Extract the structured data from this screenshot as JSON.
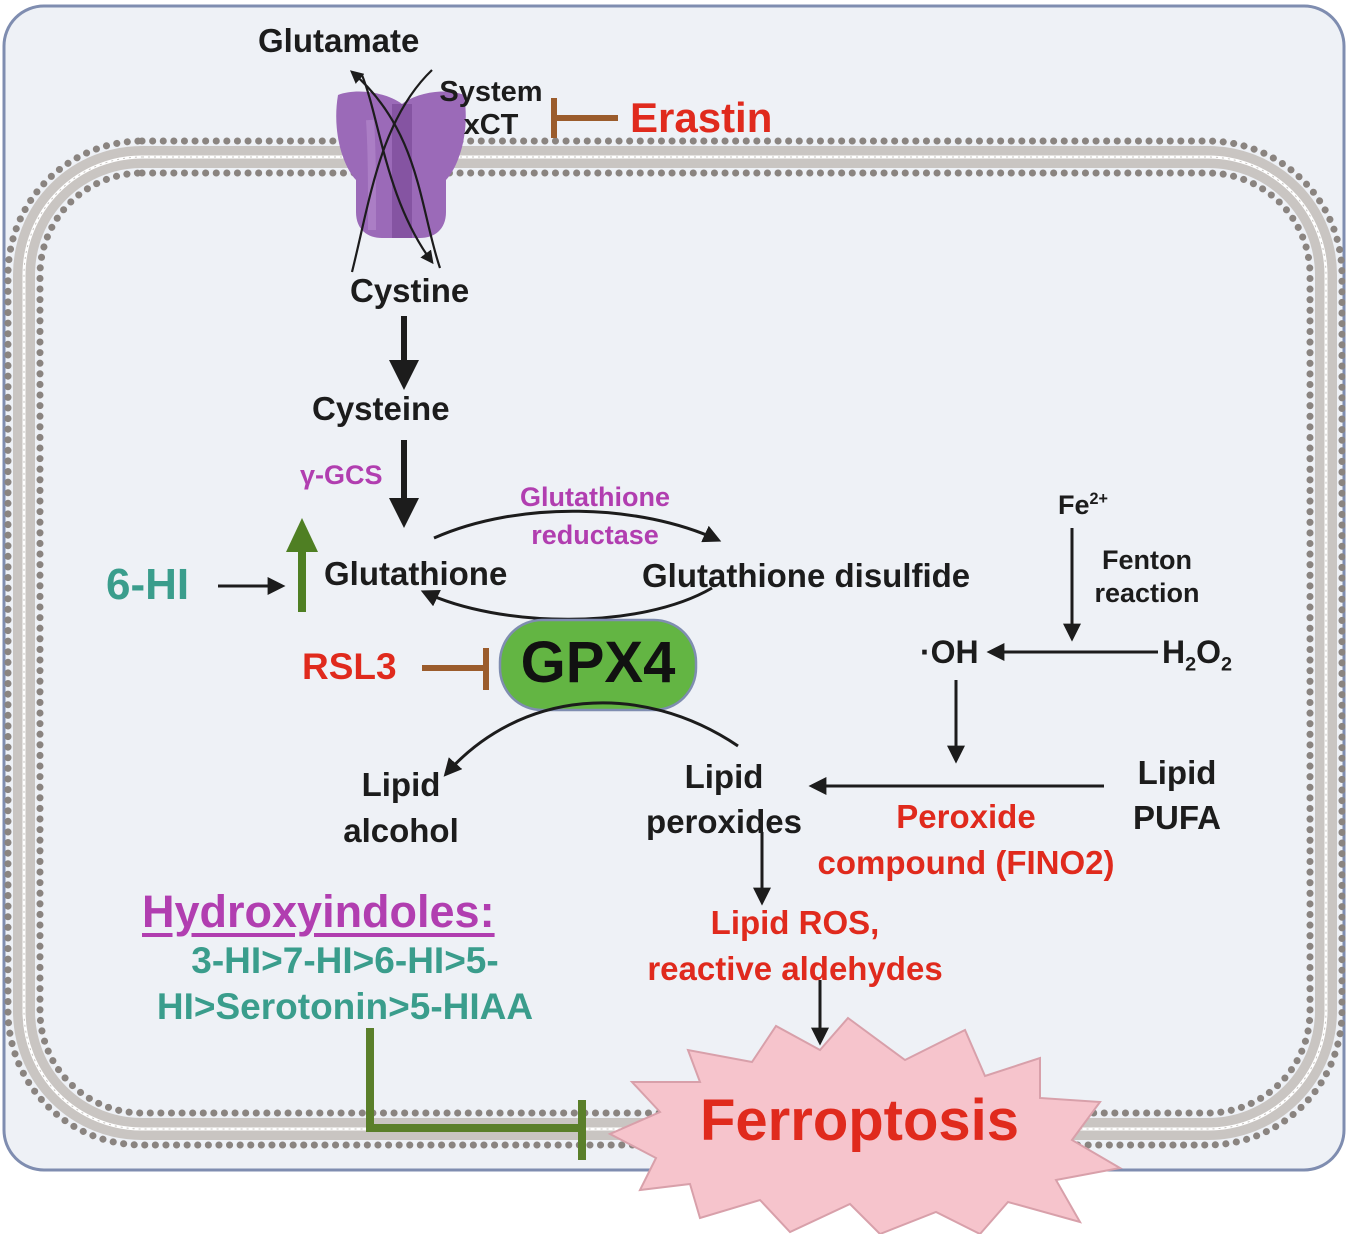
{
  "labels": {
    "glutamate": "Glutamate",
    "system_xct_line1": "System",
    "system_xct_line2": "xCT",
    "erastin": "Erastin",
    "cystine": "Cystine",
    "cysteine": "Cysteine",
    "gamma_gcs": "γ-GCS",
    "glutathione_reductase_line1": "Glutathione",
    "glutathione_reductase_line2": "reductase",
    "glutathione": "Glutathione",
    "glutathione_disulfide": "Glutathione disulfide",
    "six_hi": "6-HI",
    "rsl3": "RSL3",
    "gpx4": "GPX4",
    "fe": "Fe",
    "fe_charge": "2+",
    "fenton_line1": "Fenton",
    "fenton_line2": "reaction",
    "oh_dot": "·",
    "oh": "OH",
    "h2o2_h": "H",
    "h2o2_2a": "2",
    "h2o2_o": "O",
    "h2o2_2b": "2",
    "lipid_alcohol_line1": "Lipid",
    "lipid_alcohol_line2": "alcohol",
    "lipid_peroxides_line1": "Lipid",
    "lipid_peroxides_line2": "peroxides",
    "lipid_pufa_line1": "Lipid",
    "lipid_pufa_line2": "PUFA",
    "peroxide_line1": "Peroxide",
    "peroxide_line2": "compound (FINO2)",
    "lipid_ros_line1": "Lipid ROS,",
    "lipid_ros_line2": "reactive aldehydes",
    "hydroxyindoles_title": "Hydroxyindoles:",
    "hydroxyindoles_line1": "3-HI>7-HI>6-HI>5-",
    "hydroxyindoles_line2": "HI>Serotonin>5-HIAA",
    "ferroptosis": "Ferroptosis"
  },
  "colors": {
    "cell_fill": "#eef1f6",
    "cell_border": "#7f8db0",
    "membrane_head": "#8a8480",
    "channel": "#9b6ab8",
    "gpx4_fill": "#63b543",
    "inhibitor_brown": "#9b5c2c",
    "inhibitor_green": "#5a7f2a",
    "upregulation_green": "#4f7f23",
    "ferroptosis_burst": "#f6c4cc",
    "red_text": "#e02a1d",
    "magenta_text": "#b13eb0",
    "teal_text": "#3a9d8c"
  }
}
